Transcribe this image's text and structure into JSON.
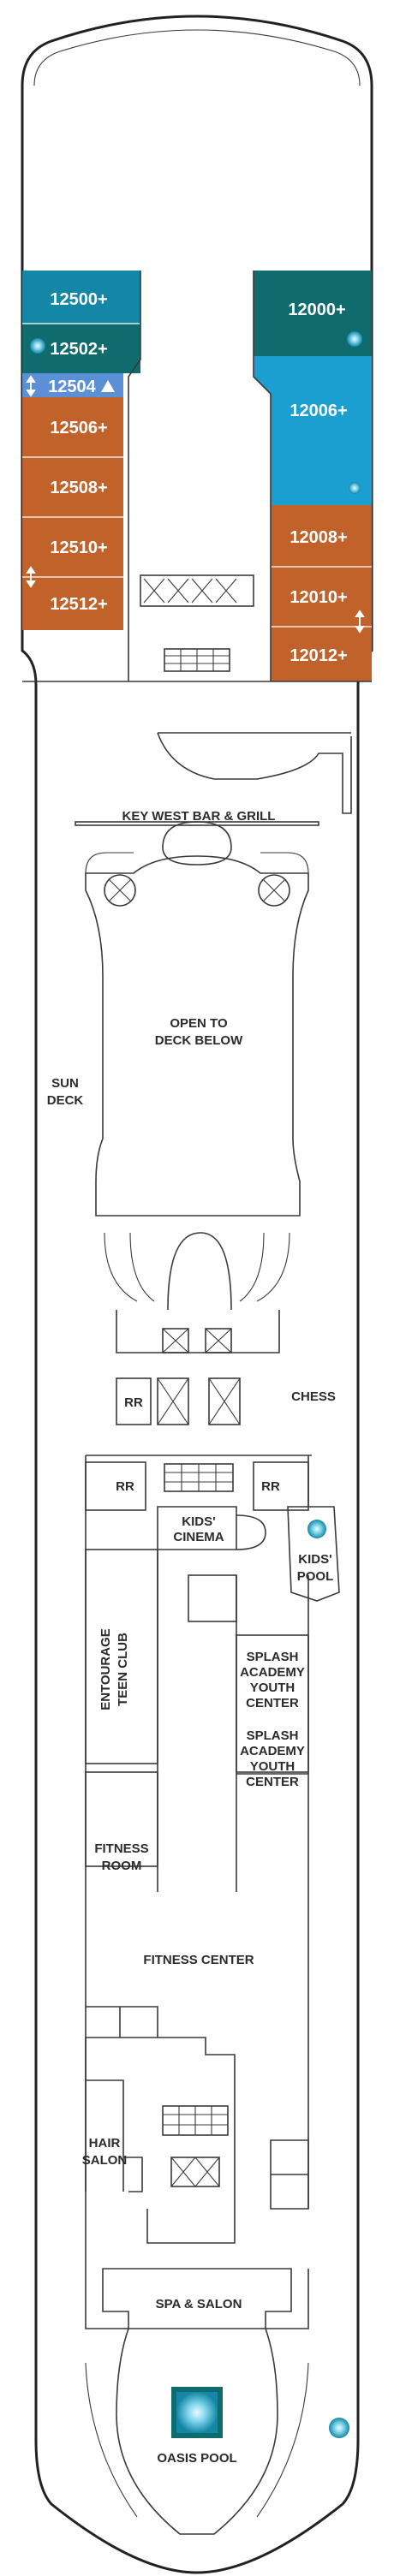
{
  "colors": {
    "teal_dark": "#0f6b6e",
    "teal": "#1487a6",
    "sky": "#1a9fd0",
    "orange": "#c0622a",
    "blue_light": "#5b8fd6",
    "hull_line": "#222222",
    "wall_line": "#3a3a3a",
    "label_text": "#2b2b2b"
  },
  "cabins": {
    "c12500": "12500+",
    "c12502": "12502+",
    "c12504": "12504",
    "c12506": "12506+",
    "c12508": "12508+",
    "c12510": "12510+",
    "c12512": "12512+",
    "c12000": "12000+",
    "c12006": "12006+",
    "c12008": "12008+",
    "c12010": "12010+",
    "c12012": "12012+"
  },
  "venues": {
    "key_west": "KEY WEST BAR & GRILL",
    "open_to_1": "OPEN TO",
    "open_to_2": "DECK BELOW",
    "sun_deck_1": "SUN",
    "sun_deck_2": "DECK",
    "chess": "CHESS",
    "rr_1": "RR",
    "rr_2": "RR",
    "rr_3": "RR",
    "kids_cinema_1": "KIDS'",
    "kids_cinema_2": "CINEMA",
    "kids_pool_1": "KIDS'",
    "kids_pool_2": "POOL",
    "entourage_1": "ENTOURAGE",
    "entourage_2": "TEEN CLUB",
    "splash_a_1": "SPLASH",
    "splash_a_2": "ACADEMY",
    "splash_a_3": "YOUTH",
    "splash_a_4": "CENTER",
    "splash_b_1": "SPLASH",
    "splash_b_2": "ACADEMY",
    "splash_b_3": "YOUTH",
    "splash_b_4": "CENTER",
    "fitness_room_1": "FITNESS",
    "fitness_room_2": "ROOM",
    "fitness_center": "FITNESS CENTER",
    "hair_salon_1": "HAIR",
    "hair_salon_2": "SALON",
    "spa_salon": "SPA & SALON",
    "oasis_pool": "OASIS POOL"
  },
  "icons": [
    "accessible-arrow-icon",
    "hot-tub-icon",
    "triangle-icon"
  ]
}
